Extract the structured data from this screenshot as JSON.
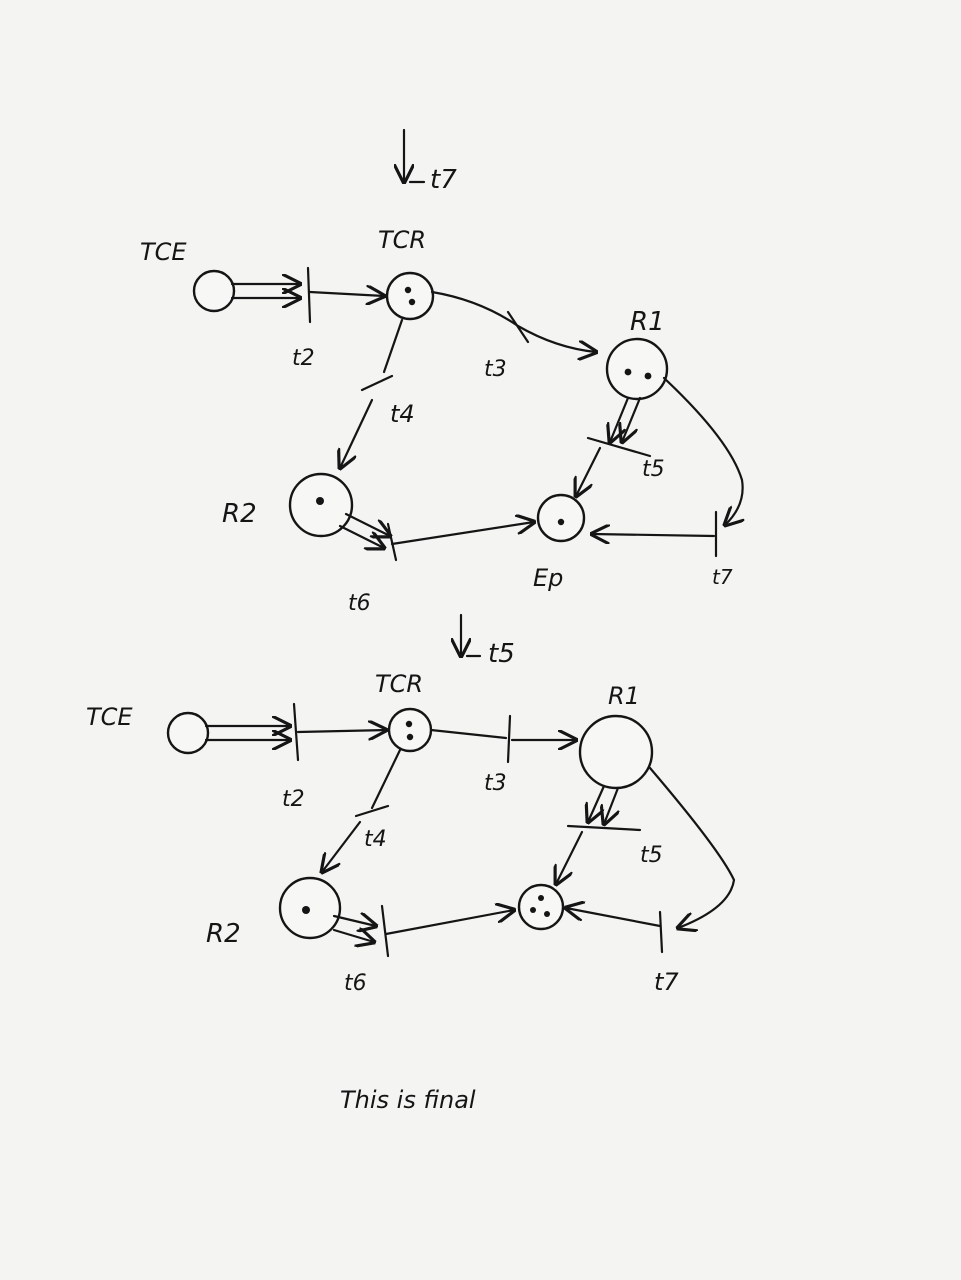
{
  "top_net": {
    "firing_label": "t7",
    "places": {
      "tce": {
        "label": "TCE",
        "tokens": 0
      },
      "tcr": {
        "label": "TCR",
        "tokens": 2
      },
      "r1": {
        "label": "R1",
        "tokens": 2
      },
      "r2": {
        "label": "R2",
        "tokens": 1
      },
      "ep": {
        "label": "Ep",
        "tokens": 1
      }
    },
    "transitions": {
      "t2": "t2",
      "t3": "t3",
      "t4": "t4",
      "t5": "t5",
      "t6": "t6",
      "t7": "t7"
    }
  },
  "bottom_net": {
    "firing_label": "t5",
    "places": {
      "tce": {
        "label": "TCE",
        "tokens": 0
      },
      "tcr": {
        "label": "TCR",
        "tokens": 2
      },
      "r1": {
        "label": "R1",
        "tokens": 0
      },
      "r2": {
        "label": "R2",
        "tokens": 1
      },
      "ep": {
        "label": "",
        "tokens": 3
      }
    },
    "transitions": {
      "t2": "t2",
      "t3": "t3",
      "t4": "t4",
      "t5": "t5",
      "t6": "t6",
      "t7": "t7"
    }
  },
  "footer_note": "This is final",
  "colors": {
    "ink": "#151515",
    "paper": "#f4f4f2"
  }
}
